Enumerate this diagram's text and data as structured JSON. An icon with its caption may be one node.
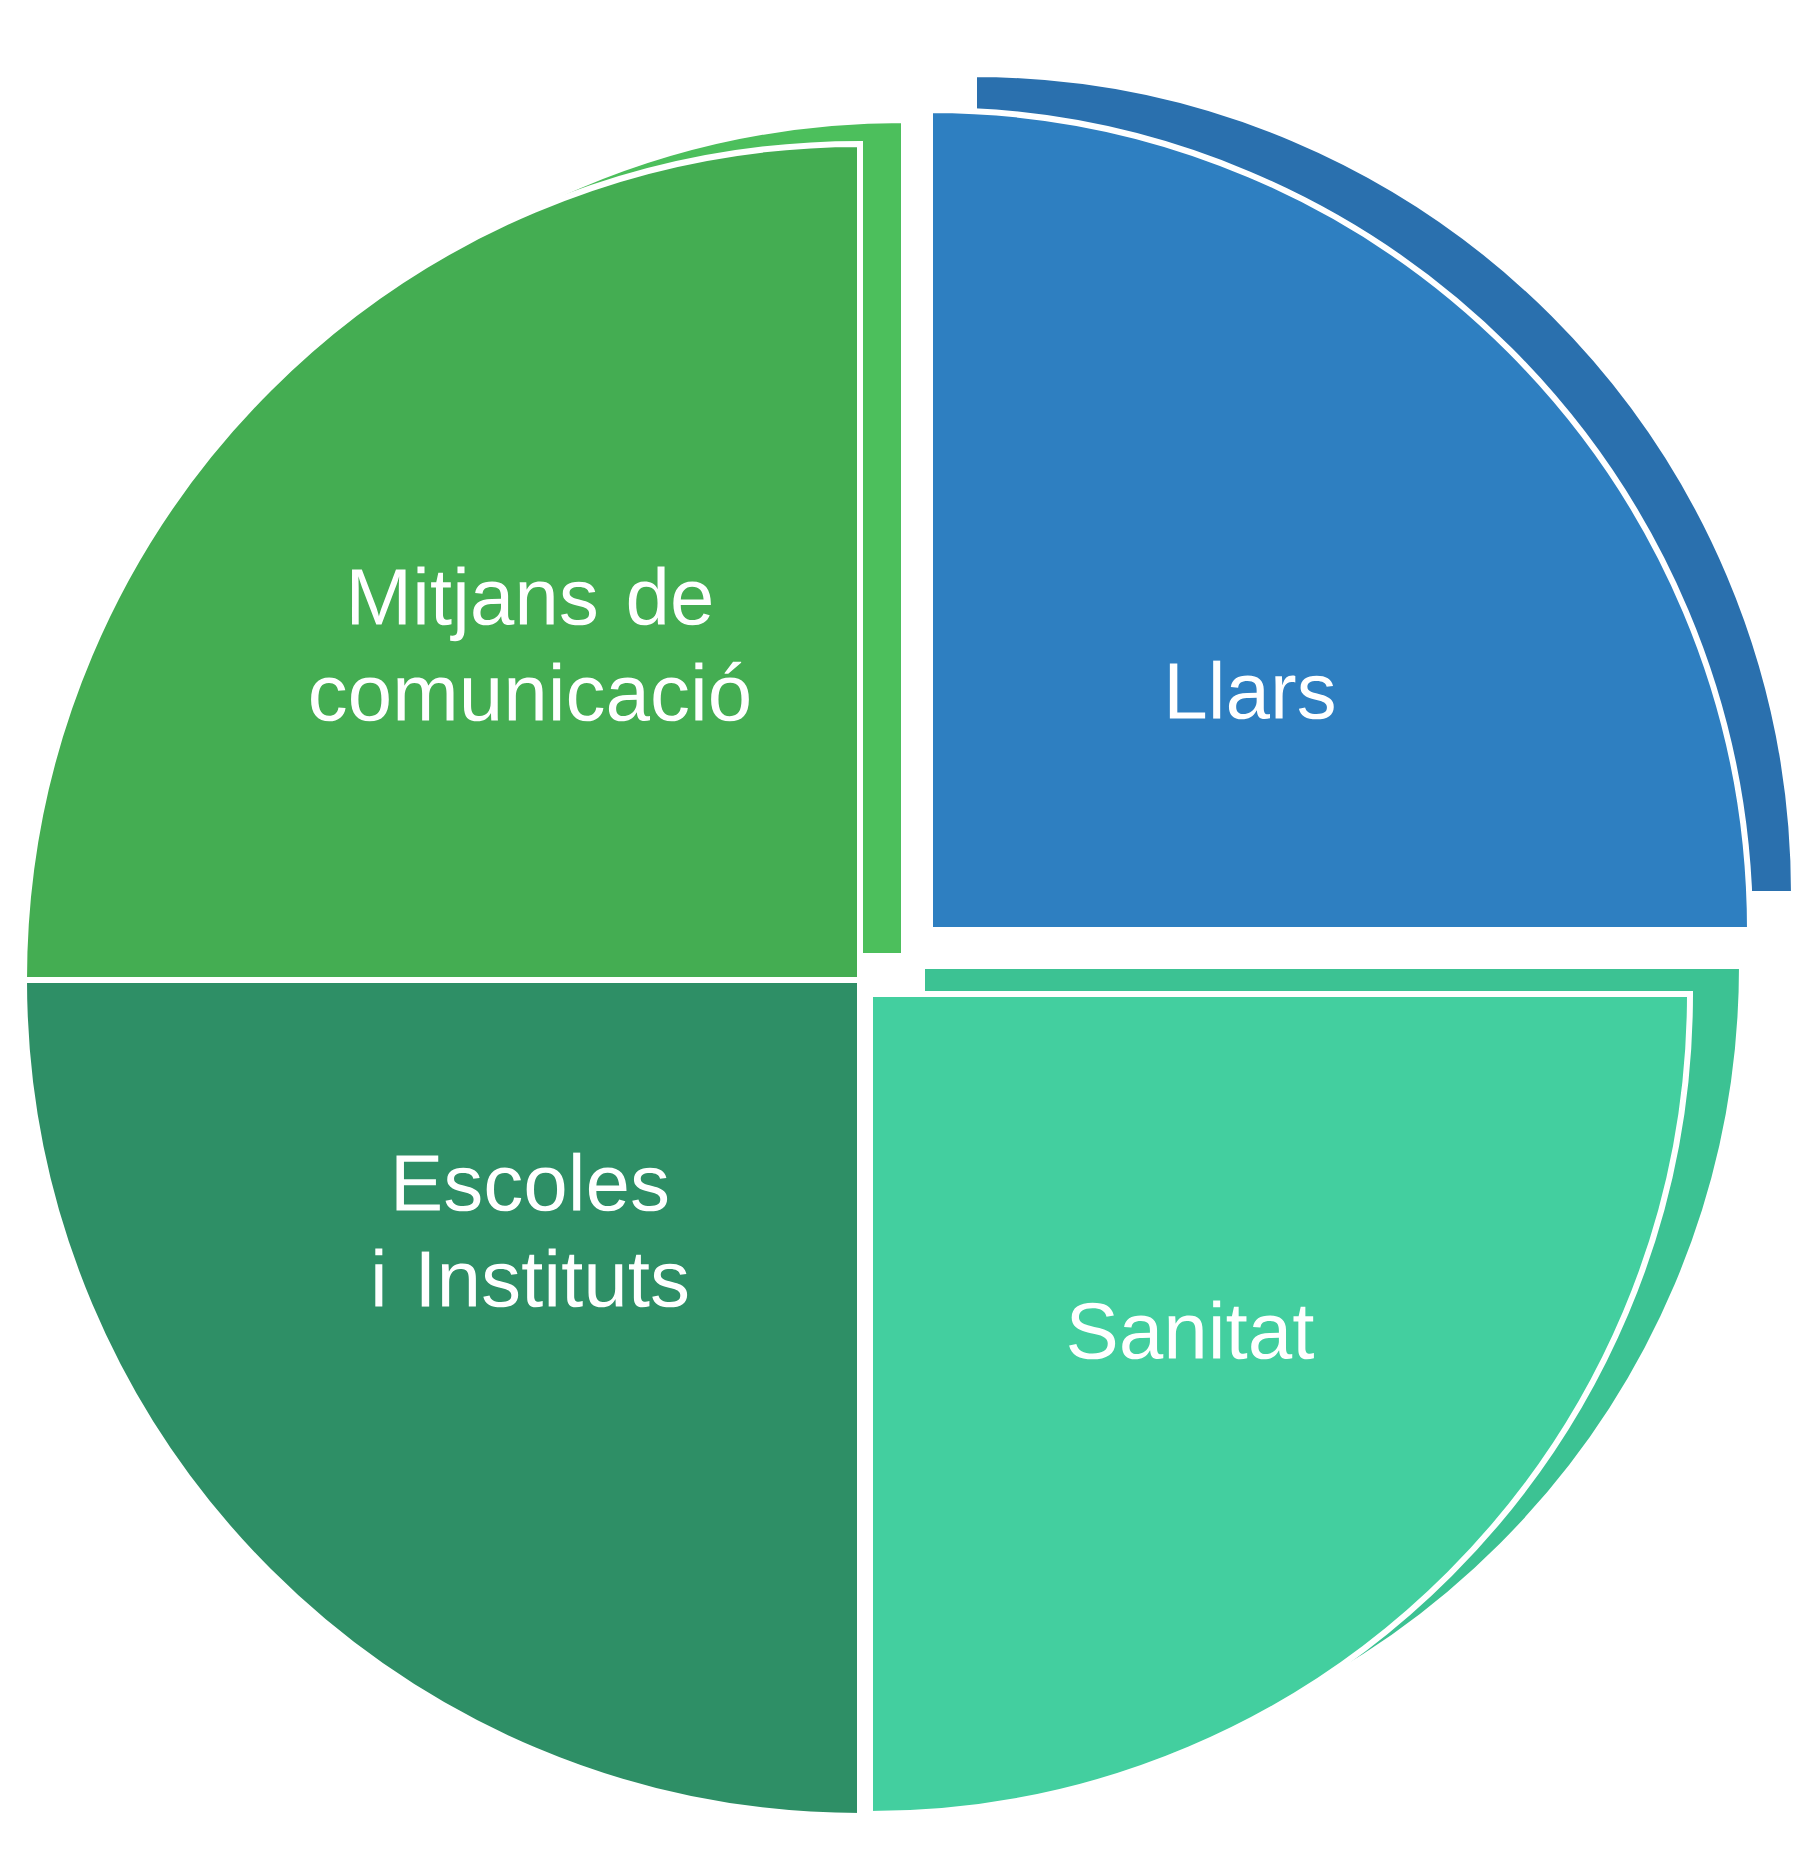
{
  "diagram": {
    "nodes": [
      {
        "text": [
          "Mitjans de comunicació"
        ]
      },
      {
        "text": [
          "Llars"
        ]
      },
      {
        "text": [
          "Escoles i Instituts"
        ]
      },
      {
        "text": [
          "Sanitat"
        ]
      }
    ]
  }
}
